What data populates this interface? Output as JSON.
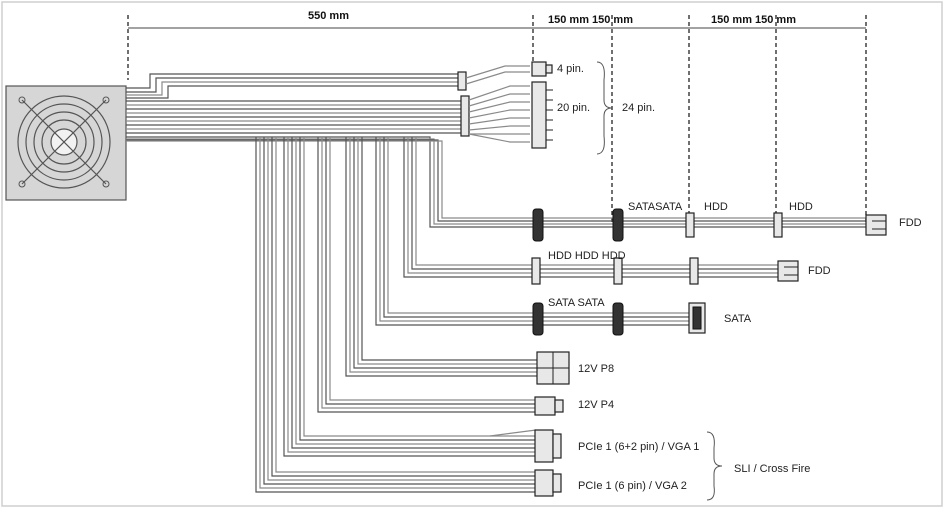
{
  "dimensions": {
    "main": "550 mm",
    "seg1": "150 mm 150 mm",
    "seg2": "150 mm 150 mm"
  },
  "atx": {
    "pin4": "4 pin.",
    "pin20": "20 pin.",
    "pin24": "24 pin."
  },
  "chain1": {
    "l1": "SATASATA",
    "l2": "HDD",
    "l3": "HDD",
    "end": "FDD"
  },
  "chain2": {
    "l1": "HDD HDD HDD",
    "end": "FDD"
  },
  "chain3": {
    "l1": "SATA SATA",
    "end": "SATA"
  },
  "cpu": {
    "p8": "12V P8",
    "p4": "12V P4"
  },
  "pcie": {
    "vga1": "PCIe 1 (6+2 pin) / VGA 1",
    "vga2": "PCIe 1 (6 pin) / VGA 2",
    "sli": "SLI / Cross Fire"
  },
  "icons": {
    "psu": "psu-fan-icon"
  }
}
